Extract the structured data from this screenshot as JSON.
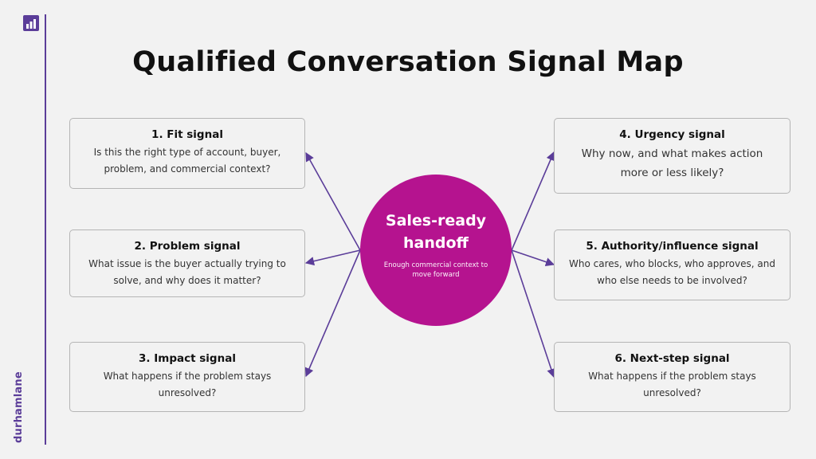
{
  "brand": {
    "name": "durhamlane"
  },
  "title": "Qualified Conversation Signal Map",
  "hub": {
    "title": "Sales-ready handoff",
    "subtitle": "Enough commercial context to move forward"
  },
  "cards": [
    {
      "title": "1. Fit signal",
      "text": "Is this the right type of account, buyer, problem, and commercial context?"
    },
    {
      "title": "2. Problem signal",
      "text": "What issue is the buyer actually trying to solve, and why does it matter?"
    },
    {
      "title": "3. Impact signal",
      "text": "What happens if the problem stays unresolved?"
    },
    {
      "title": "4. Urgency signal",
      "text": "Why now, and what makes action more or less likely?"
    },
    {
      "title": "5. Authority/influence signal",
      "text": "Who cares, who blocks, who approves, and who else needs to be involved?"
    },
    {
      "title": "6. Next-step signal",
      "text": "What happens if the problem stays unresolved?"
    }
  ],
  "colors": {
    "accent": "#5b3d99",
    "hub": "#b5138f",
    "background": "#f2f2f2"
  }
}
